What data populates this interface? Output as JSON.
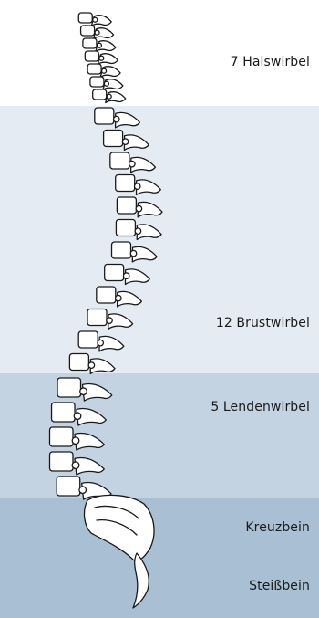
{
  "labels": {
    "cervical": "7 Halswirbel",
    "thoracic": "12 Brustwirbel",
    "lumbar": "5 Lendenwirbel",
    "sacrum": "Kreuzbein",
    "coccyx": "Steißbein"
  },
  "colors": {
    "cervical_band": "#ffffff",
    "thoracic_band": "#e4ebf2",
    "lumbar_band": "#c3d3e1",
    "sacral_band": "#a9bfd4",
    "frame": "#d7e1ea",
    "line": "#1a1a1a"
  }
}
